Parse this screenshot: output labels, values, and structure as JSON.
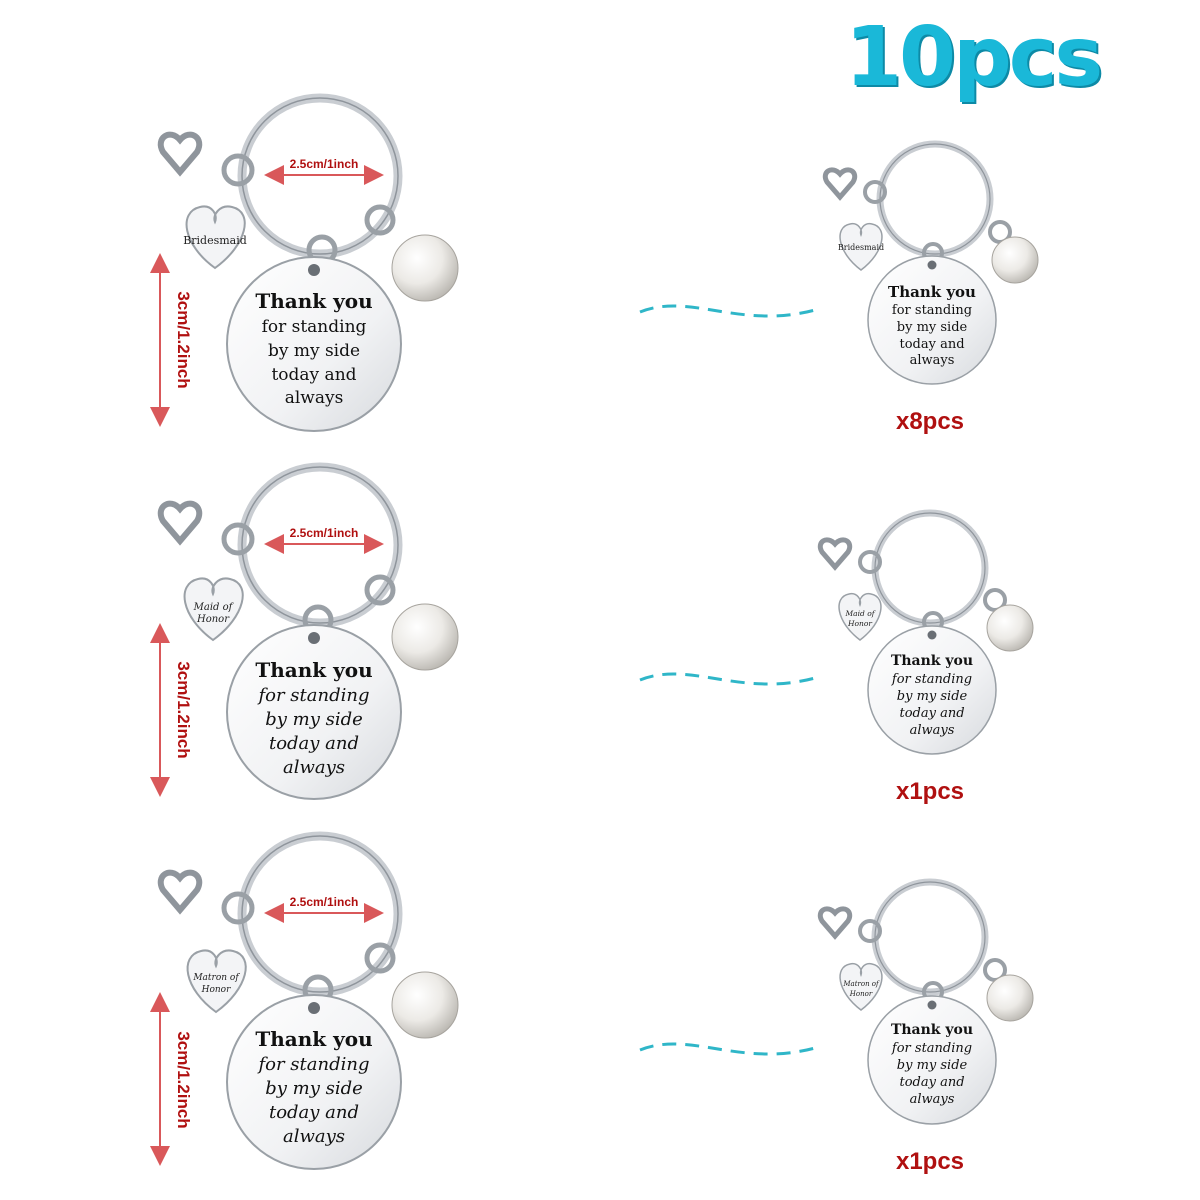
{
  "title": "10pcs",
  "colors": {
    "title": "#1ab8d8",
    "quantity": "#b01010",
    "dimension": "#b01010",
    "connector": "#2fb6c8",
    "metal": "#c9cdd2"
  },
  "dimensions": {
    "ring": "2.5cm/1inch",
    "disc": "3cm/1.2inch"
  },
  "disc_text": {
    "line1": "Thank you",
    "line2": "for standing",
    "line3": "by my side",
    "line4": "today and",
    "line5": "always"
  },
  "rows": [
    {
      "charm_line1": "Bridesmaid",
      "charm_line2": "",
      "quantity": "x8pcs"
    },
    {
      "charm_line1": "Maid of",
      "charm_line2": "Honor",
      "quantity": "x1pcs"
    },
    {
      "charm_line1": "Matron of",
      "charm_line2": "Honor",
      "quantity": "x1pcs"
    }
  ]
}
